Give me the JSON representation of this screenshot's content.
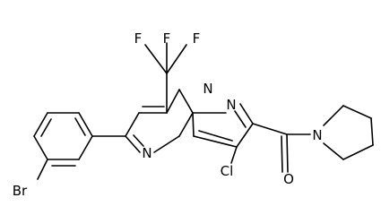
{
  "atoms": {
    "br": "Br",
    "cl": "Cl",
    "n_pyrimidine": "N",
    "n_bridge": "N",
    "n_pyrazole": "N",
    "n_pyrrolidine": "N",
    "o_carbonyl": "O",
    "f_top_left": "F",
    "f_top_center": "F",
    "f_top_right": "F"
  }
}
